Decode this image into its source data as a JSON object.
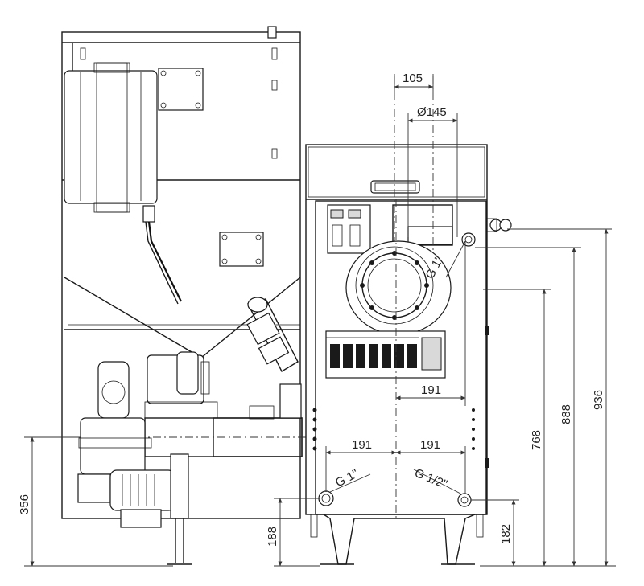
{
  "dimensions": {
    "top_offset": "105",
    "flue_diameter": "Ø145",
    "height_936": "936",
    "height_888": "888",
    "height_768": "768",
    "height_356": "356",
    "height_188": "188",
    "height_182": "182",
    "width_191_upper": "191",
    "width_191_left": "191",
    "width_191_right": "191"
  },
  "connections": {
    "flow_upper": "G 1\"",
    "flow_lower": "G 1\"",
    "return": "G 1/2\""
  }
}
